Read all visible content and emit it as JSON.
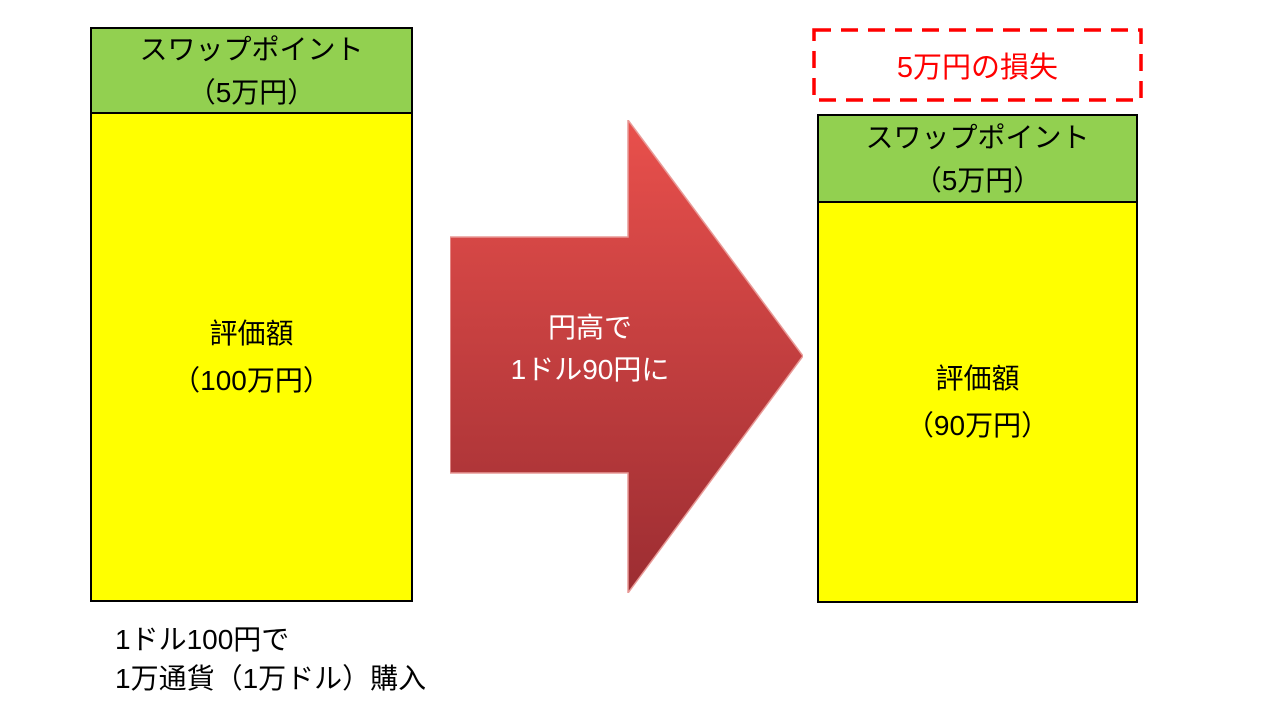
{
  "diagram_title": "FX swap point / valuation loss diagram",
  "colors": {
    "background": "#FFFFFF",
    "swap_green": "#92D050",
    "valuation_yellow": "#FFFF00",
    "bar_border": "#000000",
    "arrow_gradient_top": "#E9504C",
    "arrow_gradient_bottom": "#9C2D32",
    "arrow_text": "#FFFFFF",
    "loss_red": "#FF0000",
    "caption_text": "#000000"
  },
  "left_bar": {
    "swap_label_line1": "スワップポイント",
    "swap_label_line2": "（5万円）",
    "valuation_label_line1": "評価額",
    "valuation_label_line2": "（100万円）"
  },
  "right_bar": {
    "swap_label_line1": "スワップポイント",
    "swap_label_line2": "（5万円）",
    "valuation_label_line1": "評価額",
    "valuation_label_line2": "（90万円）"
  },
  "arrow": {
    "line1": "円高で",
    "line2": "1ドル90円に"
  },
  "loss_box": {
    "label": "5万円の損失"
  },
  "caption": {
    "line1": "1ドル100円で",
    "line2": "1万通貨（1万ドル）購入"
  }
}
